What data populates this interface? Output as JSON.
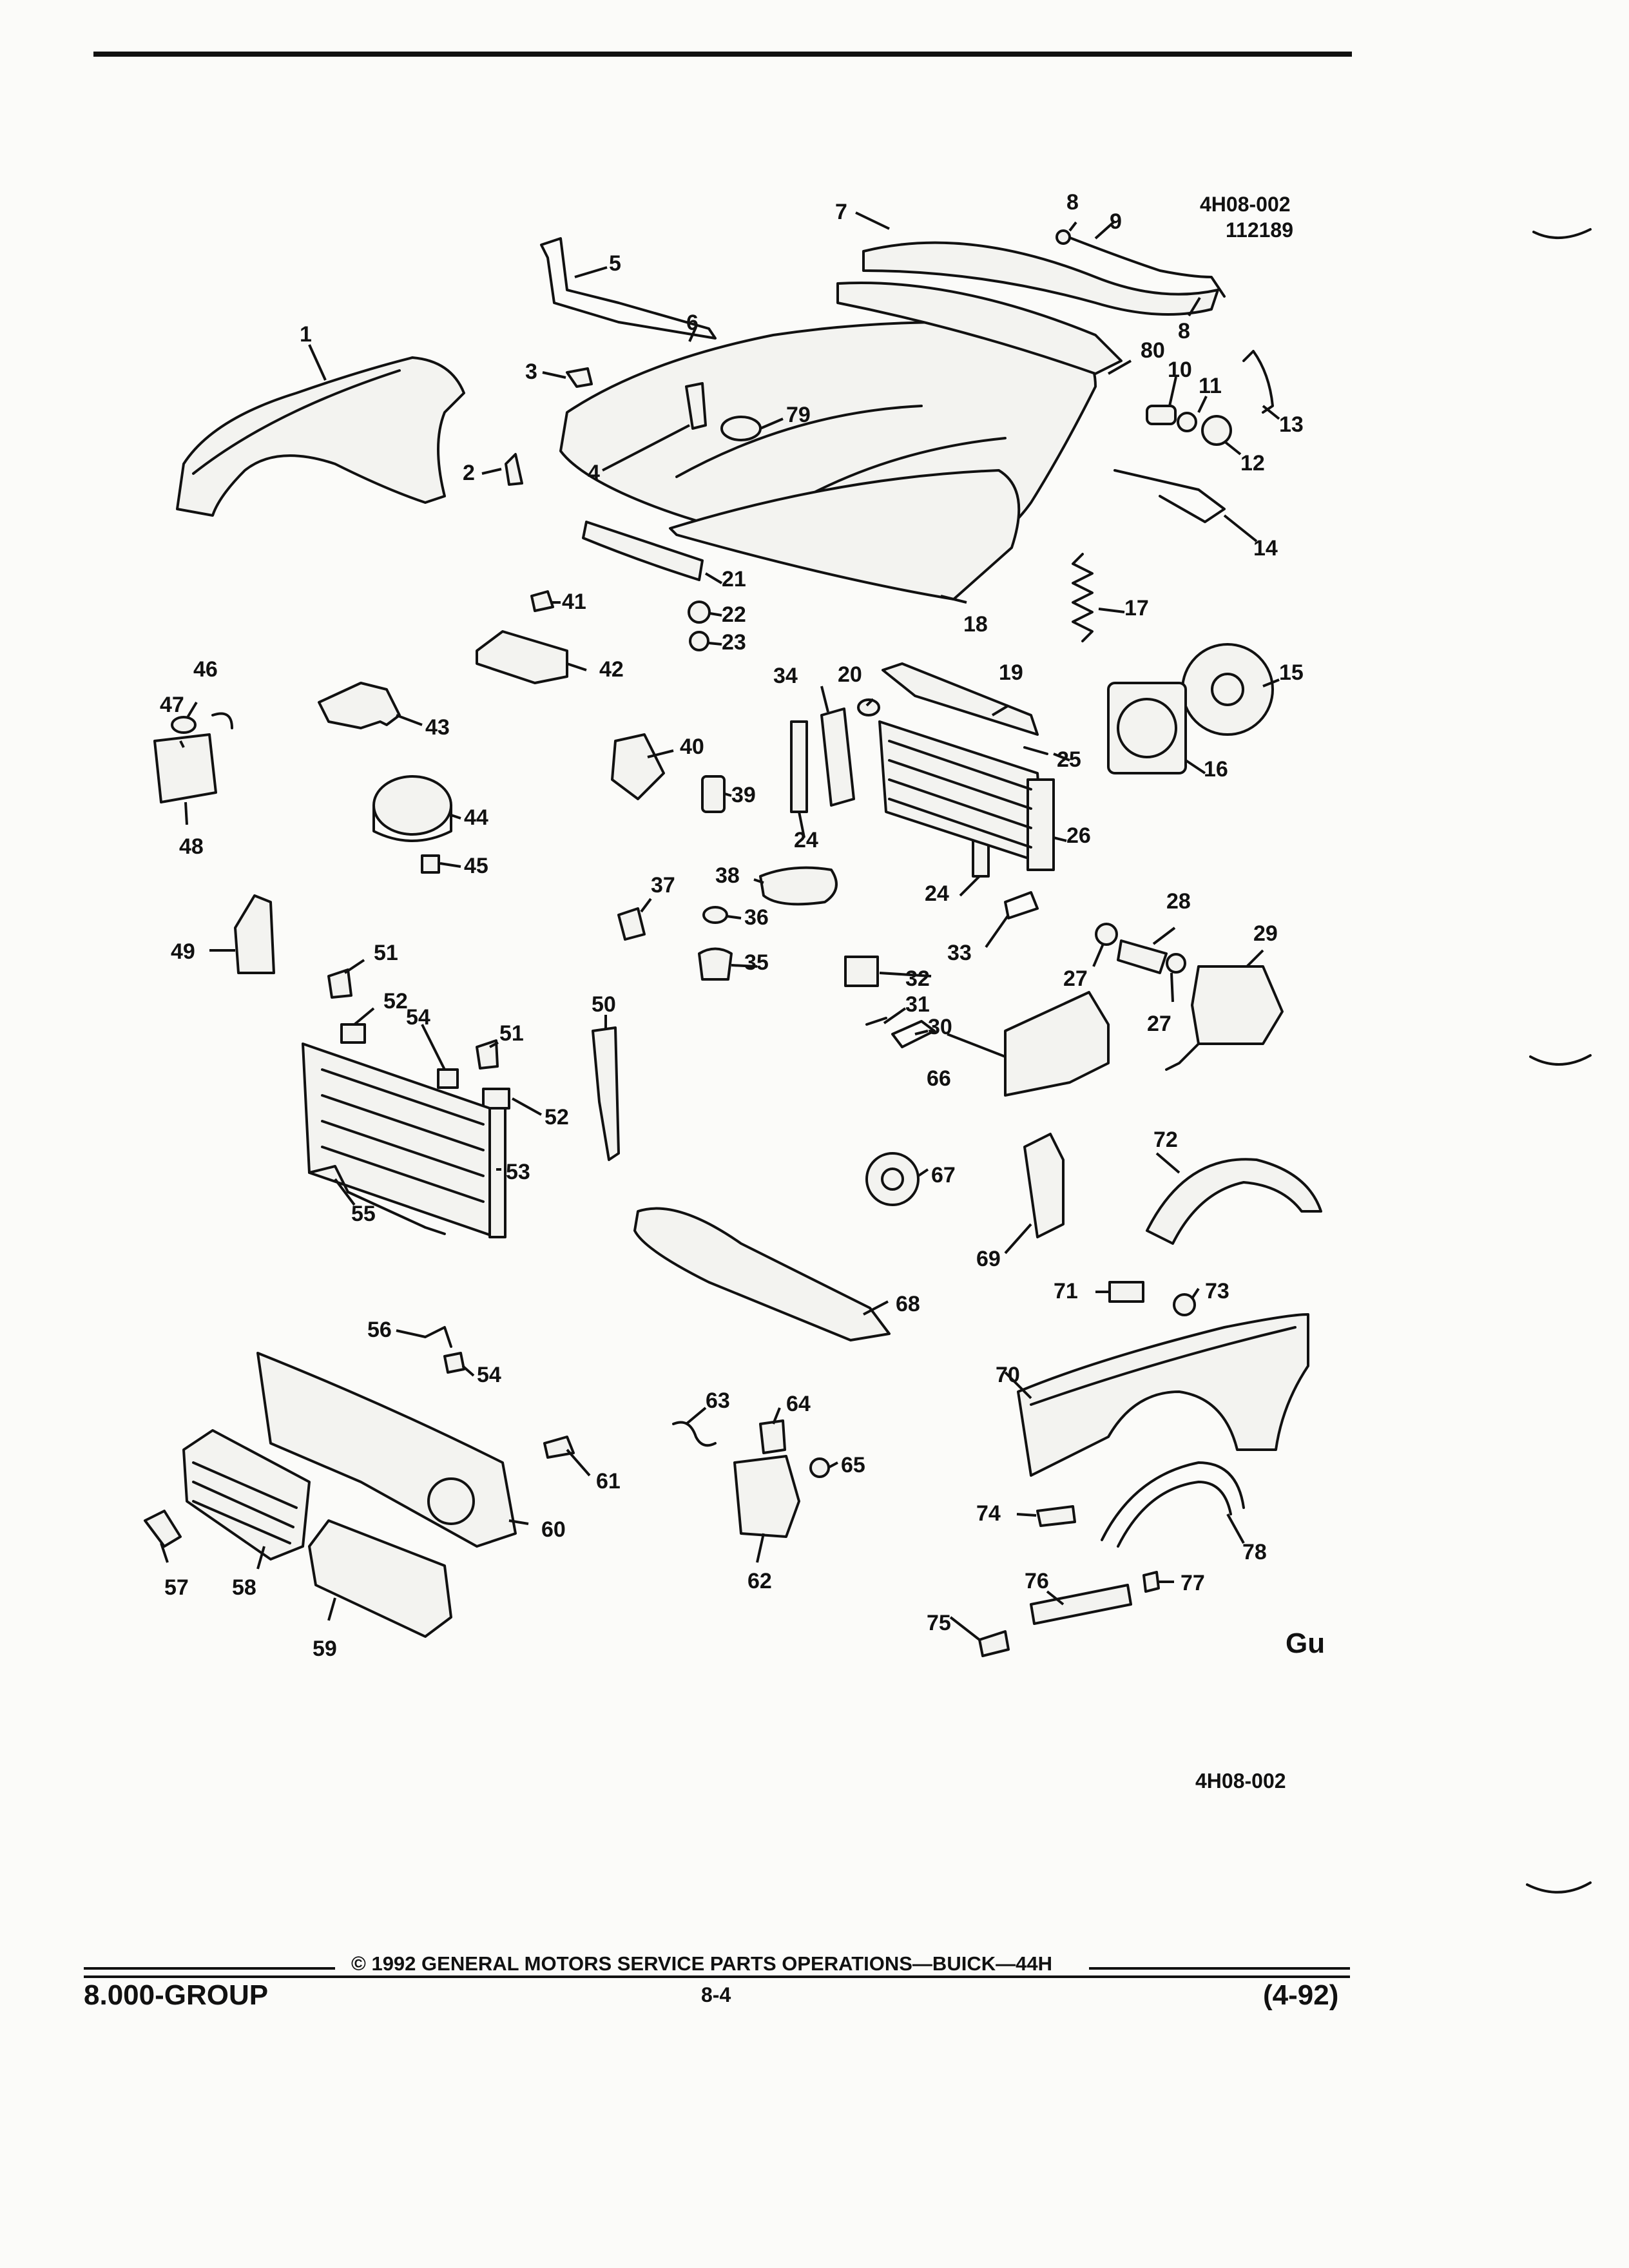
{
  "header": {
    "figure_code": "4H08-002",
    "date_code": "112189"
  },
  "diagram": {
    "callouts": [
      "1",
      "2",
      "3",
      "4",
      "5",
      "6",
      "7",
      "8",
      "8",
      "9",
      "10",
      "11",
      "12",
      "13",
      "14",
      "15",
      "16",
      "17",
      "18",
      "19",
      "20",
      "21",
      "22",
      "23",
      "24",
      "24",
      "25",
      "26",
      "27",
      "27",
      "28",
      "29",
      "30",
      "31",
      "32",
      "33",
      "34",
      "35",
      "36",
      "37",
      "38",
      "39",
      "40",
      "41",
      "42",
      "43",
      "44",
      "45",
      "46",
      "47",
      "48",
      "49",
      "50",
      "51",
      "51",
      "52",
      "52",
      "53",
      "54",
      "54",
      "55",
      "56",
      "57",
      "58",
      "59",
      "60",
      "61",
      "62",
      "63",
      "64",
      "65",
      "66",
      "67",
      "68",
      "69",
      "70",
      "71",
      "72",
      "73",
      "74",
      "75",
      "76",
      "77",
      "78",
      "79",
      "80"
    ],
    "bottom_code": "4H08-002"
  },
  "footer": {
    "copyright": "© 1992 GENERAL MOTORS SERVICE PARTS OPERATIONS—BUICK—44H",
    "group": "8.000-GROUP",
    "page": "8-4",
    "revision": "(4-92)"
  },
  "logo": "Gu"
}
